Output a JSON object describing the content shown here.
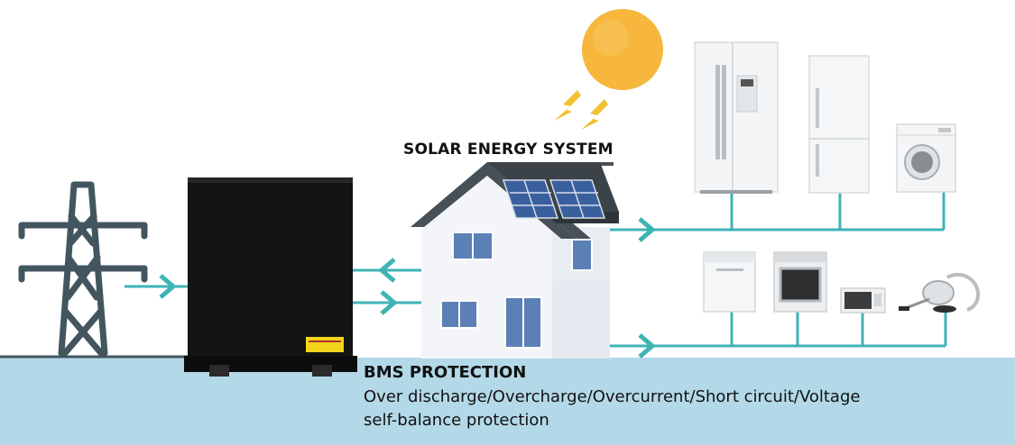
{
  "labels": {
    "solar_system_title": "SOLAR ENERGY SYSTEM",
    "bms_title": "BMS PROTECTION",
    "bms_line1": "Over discharge/Overcharge/Overcurrent/Short circuit/Voltage",
    "bms_line2": "self-balance protection"
  },
  "colors": {
    "ground_band": "#b3d9e8",
    "flow_arrow": "#3fb3b5",
    "tower": "#435660",
    "battery_body": "#141414",
    "sun": "#f6b73c",
    "solar_panel": "#3a5f9f",
    "roof": "#475057",
    "house_wall": "#f3f5f8",
    "window": "#5b80b5"
  },
  "icons": [
    "power-tower-icon",
    "battery-icon",
    "sun-icon",
    "house-icon",
    "solar-panel-icon",
    "refrigerator-icon",
    "washing-machine-icon",
    "dishwasher-icon",
    "oven-icon",
    "microwave-icon",
    "vacuum-cleaner-icon"
  ]
}
